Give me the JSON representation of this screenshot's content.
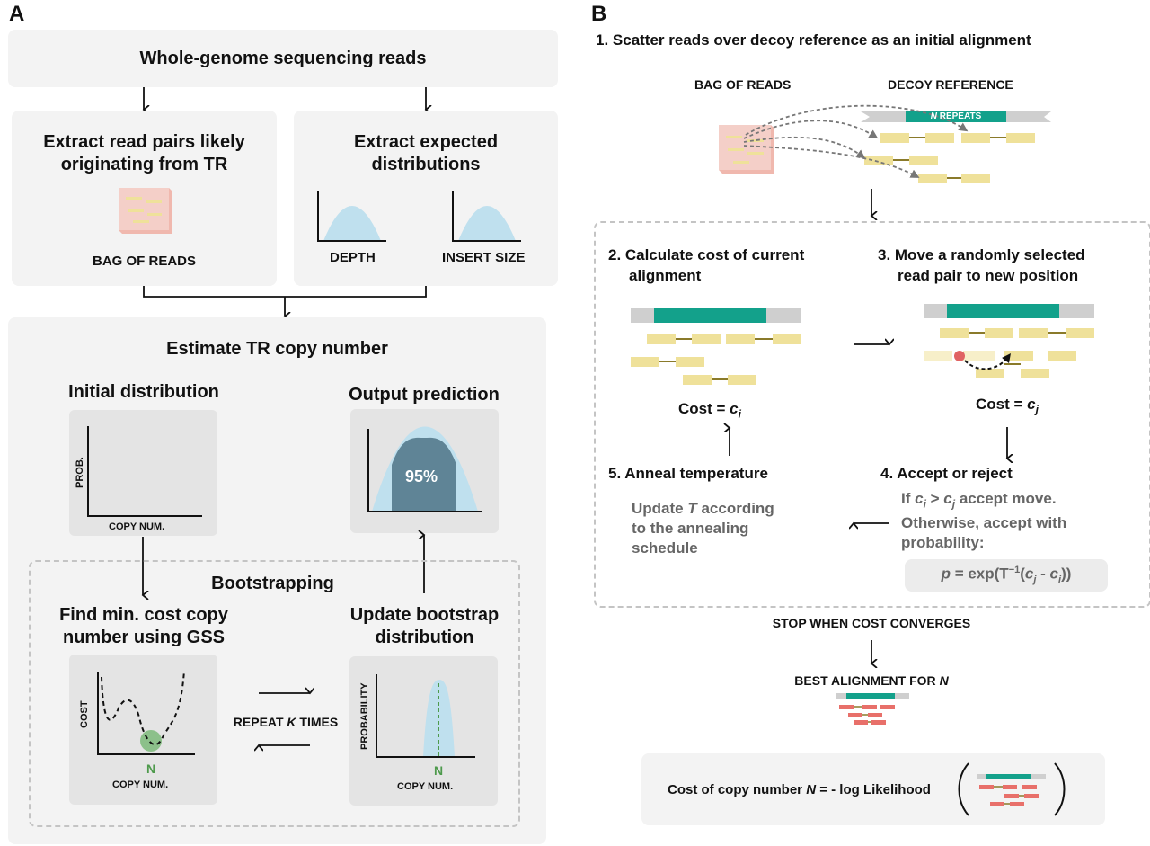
{
  "panel_a": {
    "letter": "A",
    "top_box": "Whole-genome sequencing reads",
    "extract_pairs_line1": "Extract read pairs likely",
    "extract_pairs_line2": "originating from TR",
    "bag_of_reads": "BAG OF READS",
    "extract_dist_line1": "Extract expected",
    "extract_dist_line2": "distributions",
    "depth": "DEPTH",
    "insert_size": "INSERT SIZE",
    "estimate_title": "Estimate TR copy number",
    "initial_distribution": "Initial distribution",
    "prob_axis": "PROB.",
    "copy_num_axis_short": "COPY NUM.",
    "output_prediction": "Output prediction",
    "percent_label": "95%",
    "bootstrapping": "Bootstrapping",
    "find_min_line1": "Find min. cost copy",
    "find_min_line2": "number using GSS",
    "update_boot_line1": "Update bootstrap",
    "update_boot_line2": "distribution",
    "cost_axis": "COST",
    "probability_axis": "PROBABILITY",
    "copy_num_axis": "COPY NUM.",
    "n_marker": "N",
    "repeat_prefix": "REPEAT ",
    "repeat_k": "K",
    "repeat_suffix": " TIMES"
  },
  "panel_b": {
    "letter": "B",
    "step1": "1. Scatter reads over decoy reference as an initial alignment",
    "bag_of_reads": "BAG OF READS",
    "decoy_reference": "DECOY REFERENCE",
    "n_repeats_n": "N",
    "n_repeats_rest": " REPEATS",
    "step2_line1": "2. Calculate cost of current",
    "step2_line2": "alignment",
    "step3_line1": "3. Move a randomly selected",
    "step3_line2": "read pair to new position",
    "cost_i_prefix": "Cost = ",
    "cost_i_c": "c",
    "cost_i_sub": "i",
    "cost_j_prefix": "Cost = ",
    "cost_j_c": "c",
    "cost_j_sub": "j",
    "step5": "5. Anneal temperature",
    "update_line1_a": "Update ",
    "update_line1_T": "T",
    "update_line1_b": " according",
    "update_line2": "to the annealing",
    "update_line3": "schedule",
    "step4": "4. Accept or reject",
    "if_prefix": "If ",
    "if_ci": "c",
    "if_i": "i",
    "if_gt": " > ",
    "if_cj": "c",
    "if_j": "j",
    "if_suffix": " accept move.",
    "otherwise": "Otherwise, accept with",
    "probability": "probability:",
    "formula_p": "p",
    "formula_eq": " = exp(T",
    "formula_sup": "−1",
    "formula_open": "(",
    "formula_cj": "c",
    "formula_j": "j",
    "formula_minus": " - ",
    "formula_ci": "c",
    "formula_i": "i",
    "formula_close": "))",
    "stop": "STOP WHEN COST CONVERGES",
    "best_alignment_prefix": "BEST ALIGNMENT FOR ",
    "best_alignment_n": "N",
    "cost_copy_prefix": "Cost of copy number ",
    "cost_copy_n": "N",
    "cost_copy_suffix": " =   - log Likelihood"
  },
  "colors": {
    "teal": "#13a18b",
    "read_yellow": "#efe19a",
    "read_red": "#e8706a",
    "light_blue": "#bfe0ee",
    "dark_slate": "#5f8496",
    "green_dot": "#8cc08a",
    "green_text": "#4e9a4c",
    "pink_bag": "#f4c9c1",
    "link_olive": "#8a7a2a"
  }
}
